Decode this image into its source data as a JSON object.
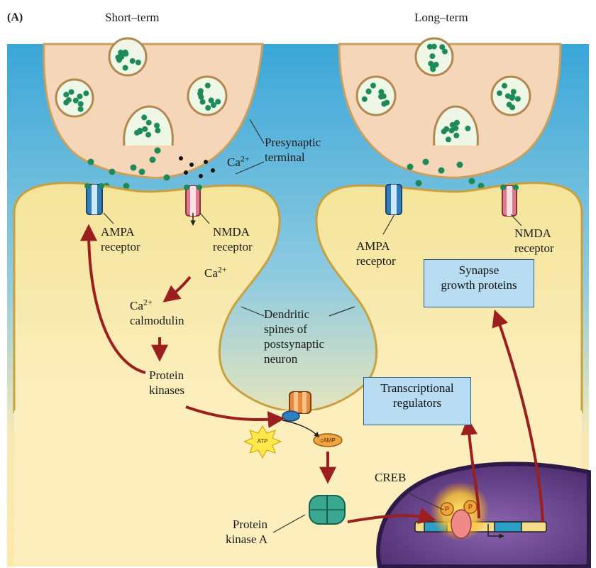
{
  "panel_letter": "(A)",
  "headers": {
    "short_term": "Short–term",
    "long_term": "Long–term"
  },
  "labels": {
    "presynaptic_line1": "Presynaptic",
    "presynaptic_line2": "terminal",
    "ca_top": "Ca",
    "ca_top_sup": "2+",
    "ampa_left_line1": "AMPA",
    "ampa_left_line2": "receptor",
    "nmda_left_line1": "NMDA",
    "nmda_left_line2": "receptor",
    "ca_mid": "Ca",
    "ca_mid_sup": "2+",
    "ca_calmodulin_line1": "Ca",
    "ca_calmodulin_sup": "2+",
    "ca_calmodulin_line2": "calmodulin",
    "protein_kinases_line1": "Protein",
    "protein_kinases_line2": "kinases",
    "dendritic_line1": "Dendritic",
    "dendritic_line2": "spines of",
    "dendritic_line3": "postsynaptic",
    "dendritic_line4": "neuron",
    "ampa_right_line1": "AMPA",
    "ampa_right_line2": "receptor",
    "nmda_right_line1": "NMDA",
    "nmda_right_line2": "receptor",
    "synapse_growth_line1": "Synapse",
    "synapse_growth_line2": "growth proteins",
    "transcriptional_line1": "Transcriptional",
    "transcriptional_line2": "regulators",
    "creb": "CREB",
    "pka_line1": "Protein",
    "pka_line2": "kinase A",
    "atp": "ATP",
    "camp": "cAMP",
    "p1": "P",
    "p2": "P"
  },
  "colors": {
    "background_top": "#3aa6d8",
    "background_bottom": "#fde9a8",
    "presynaptic_fill": "#f6d6b8",
    "postsynaptic_fill": "#f7e6a0",
    "membrane": "#c8a040",
    "vesicle": "#1e8a5a",
    "arrow": "#9b1f1f",
    "nucleus": "#7a4f9a",
    "ampa": "#2f7fc0",
    "nmda": "#e07a8a"
  }
}
